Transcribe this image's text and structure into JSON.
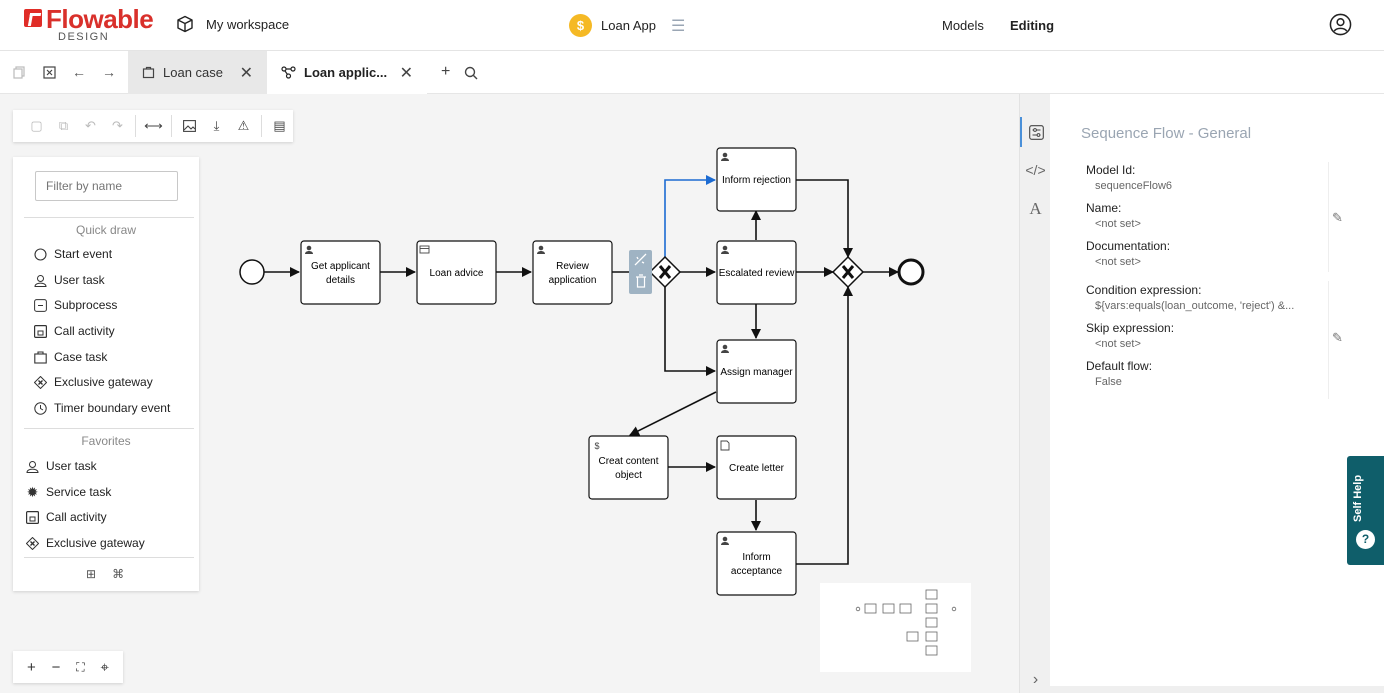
{
  "brand": {
    "name": "Flowable",
    "sub": "DESIGN",
    "color": "#d9302b"
  },
  "header": {
    "workspace": "My workspace",
    "app_name": "Loan App",
    "app_icon": "$",
    "nav": [
      "Models",
      "Editing"
    ]
  },
  "tabs": {
    "items": [
      {
        "label": "Loan case",
        "icon": "case-icon"
      },
      {
        "label": "Loan applic...",
        "icon": "process-icon"
      }
    ]
  },
  "palette": {
    "filter_placeholder": "Filter by name",
    "quick_draw_title": "Quick draw",
    "quick_draw": [
      "Start event",
      "User task",
      "Subprocess",
      "Call activity",
      "Case task",
      "Exclusive gateway",
      "Timer boundary event"
    ],
    "favorites_title": "Favorites",
    "favorites": [
      "User task",
      "Service task",
      "Call activity",
      "Exclusive gateway"
    ]
  },
  "diagram": {
    "tasks": {
      "get_applicant": [
        "Get applicant",
        "details"
      ],
      "loan_advice": "Loan advice",
      "review": [
        "Review",
        "application"
      ],
      "inform_rejection": "Inform rejection",
      "escalated_review": "Escalated review",
      "assign_manager": "Assign manager",
      "create_content": [
        "Creat content",
        "object"
      ],
      "create_letter": "Create letter",
      "inform_acceptance": [
        "Inform",
        "acceptance"
      ]
    }
  },
  "properties": {
    "title": "Sequence Flow - General",
    "fields": [
      {
        "label": "Model Id:",
        "value": "sequenceFlow6"
      },
      {
        "label": "Name:",
        "value": "<not set>"
      },
      {
        "label": "Documentation:",
        "value": "<not set>"
      },
      {
        "label": "Condition expression:",
        "value": "${vars:equals(loan_outcome, 'reject') &..."
      },
      {
        "label": "Skip expression:",
        "value": "<not set>"
      },
      {
        "label": "Default flow:",
        "value": "False"
      }
    ]
  },
  "self_help": {
    "label": "Self Help",
    "icon": "?"
  },
  "colors": {
    "selected_flow": "#1c6bd2",
    "accent_coin": "#f5b925",
    "self_help_bg": "#0f5e6a"
  }
}
